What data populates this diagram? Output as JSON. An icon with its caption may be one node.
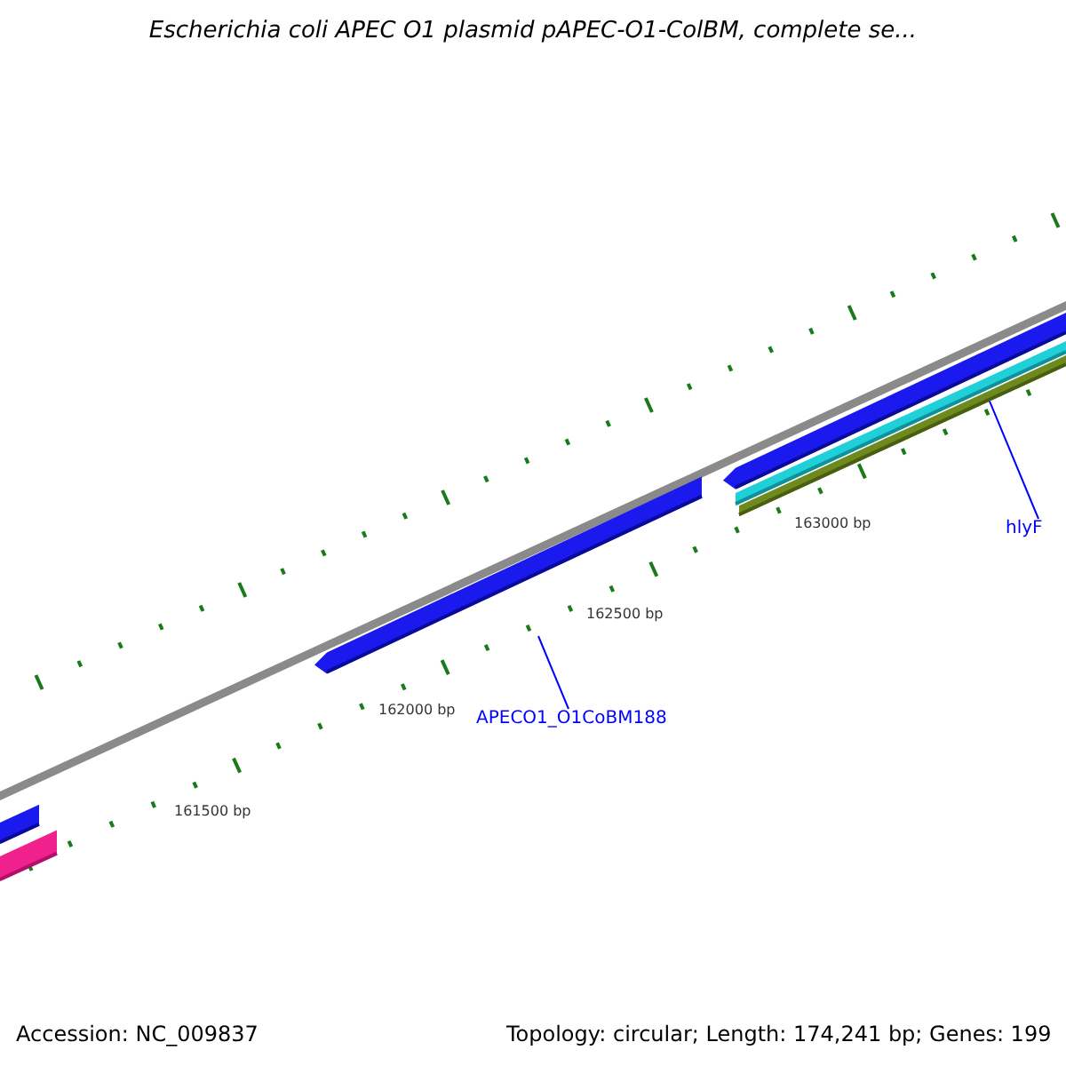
{
  "diagram": {
    "title": "Escherichia coli APEC O1 plasmid pAPEC-O1-ColBM, complete se...",
    "nodes": [
      {
        "text": [
          "APECO1_O1CoBM188"
        ]
      },
      {
        "text": [
          "hlyF"
        ]
      },
      {
        "text": [],
        "shape": "bar"
      }
    ],
    "edges": [
      {
        "from": 0,
        "to": null,
        "arrow": "none"
      },
      {
        "from": 1,
        "to": 2,
        "arrow": "none"
      }
    ],
    "labels": [
      "163000 bp",
      "162500 bp",
      "162000 bp",
      "161500 bp",
      "Accession: NC_009837",
      "Topology: circular; Length: 174,241 bp; Genes: 199"
    ]
  }
}
